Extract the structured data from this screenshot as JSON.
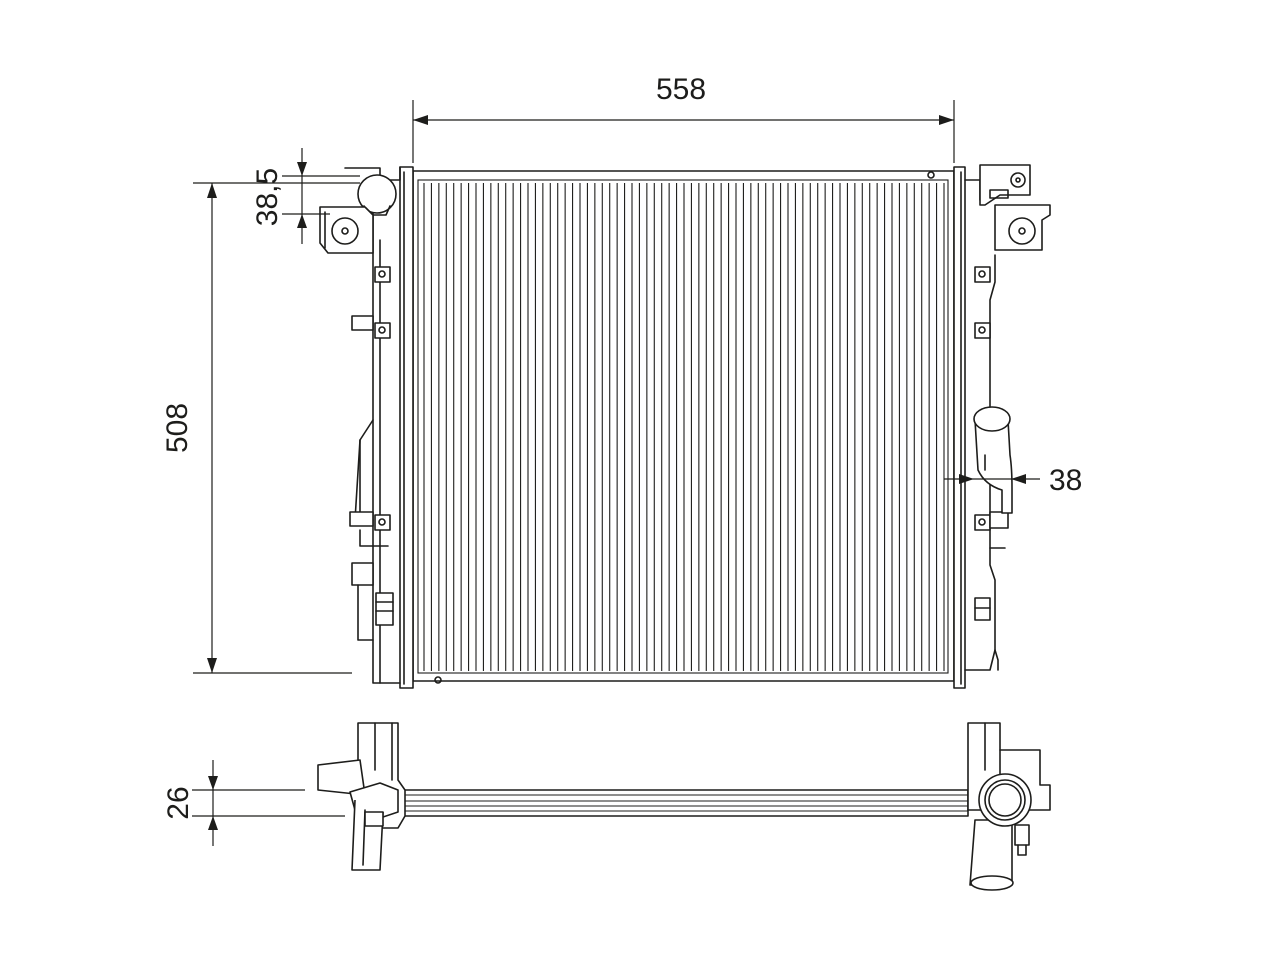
{
  "dimensions": {
    "width": "558",
    "height": "508",
    "cap_offset": "38,5",
    "outlet_diameter": "38",
    "core_thickness": "26"
  },
  "drawing": {
    "core_fin_count": 70,
    "colors": {
      "line": "#1d1d1b",
      "background": "#ffffff"
    }
  }
}
